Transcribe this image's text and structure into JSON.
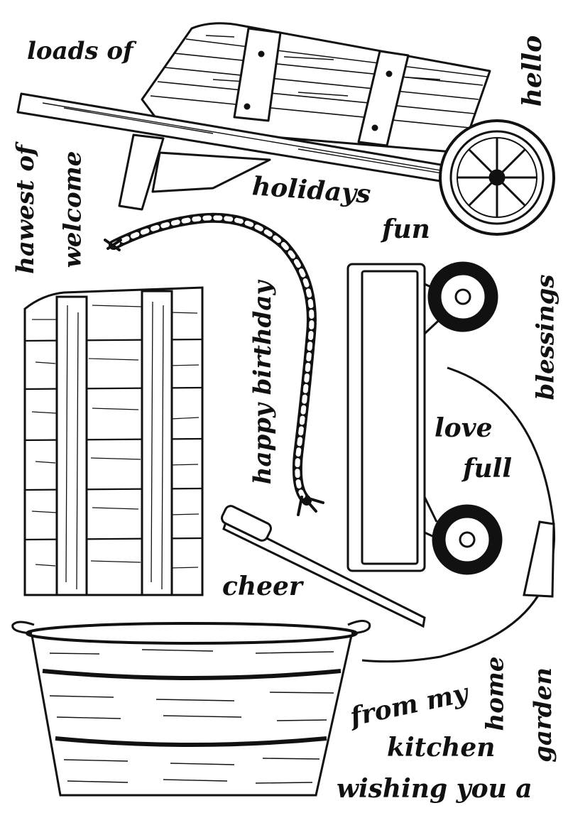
{
  "sheet": {
    "ink_color": "#111111",
    "paper_color": "#ffffff",
    "images": [
      "wheelbarrow",
      "rope",
      "wooden-crate",
      "wagon",
      "metal-washtub"
    ],
    "words": {
      "loads_of": "loads of",
      "hello": "hello",
      "hawest_of": "hawest of",
      "welcome": "welcome",
      "holidays": "holidays",
      "fun": "fun",
      "happy_birthday": "happy birthday",
      "blessings": "blessings",
      "love": "love",
      "full": "full",
      "cheer": "cheer",
      "from_my": "from my",
      "home": "home",
      "garden": "garden",
      "kitchen": "kitchen",
      "wishing_you_a": "wishing you a"
    }
  }
}
